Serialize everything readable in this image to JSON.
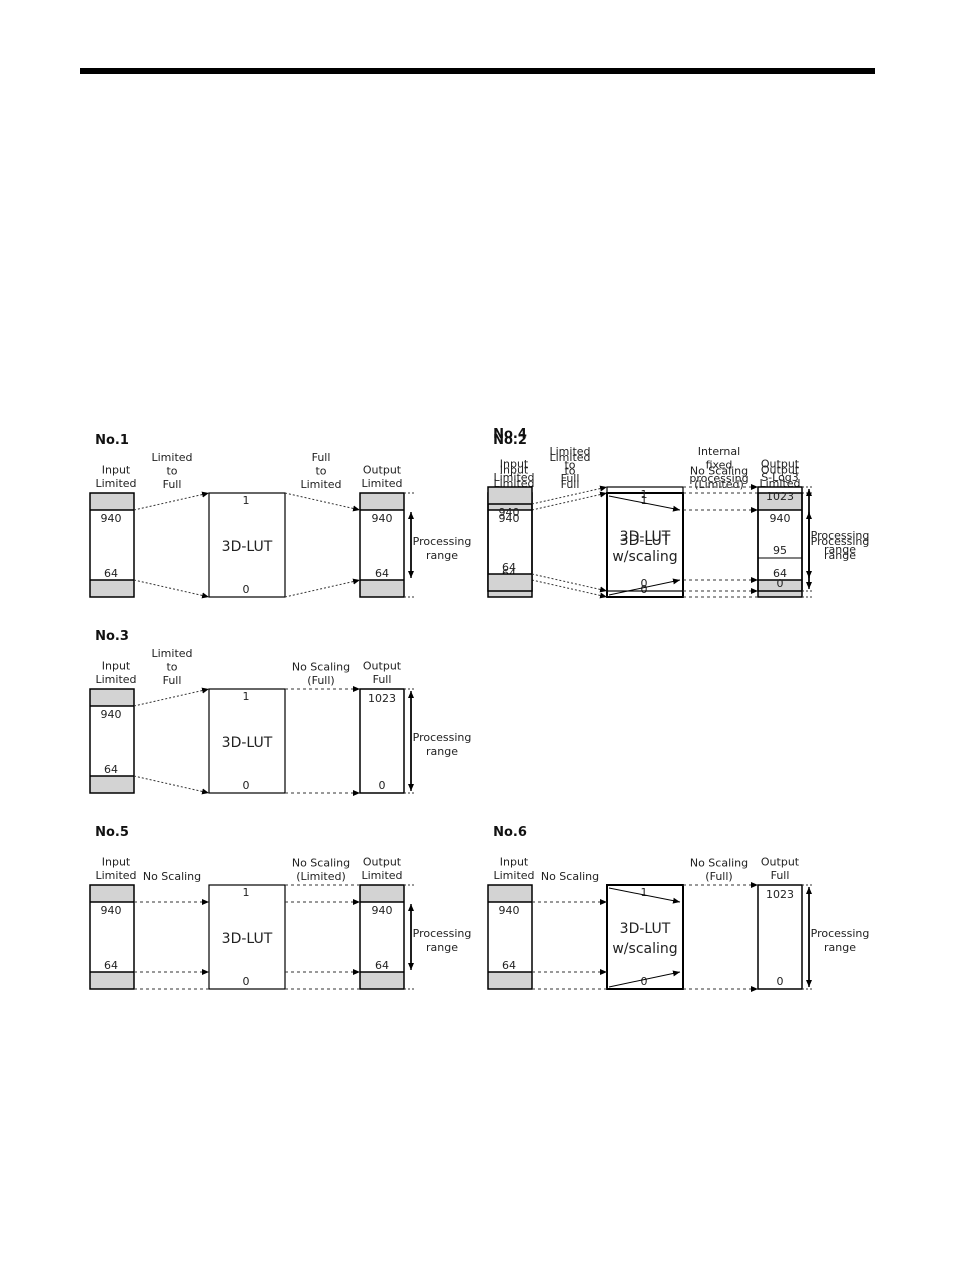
{
  "diagrams": [
    {
      "id": "no1",
      "title": "No.1",
      "layout": "A",
      "input": {
        "label": [
          "Input",
          "Limited"
        ],
        "type": "limited",
        "top_value": "940",
        "bottom_value": "64"
      },
      "conv_left": {
        "label": [
          "Limited",
          "to",
          "Full"
        ]
      },
      "lut": {
        "label": [
          "3D-LUT"
        ],
        "top": "1",
        "bottom": "0",
        "scaling": false
      },
      "conv_right": {
        "label": [
          "Full",
          "to",
          "Limited"
        ]
      },
      "output": {
        "label": [
          "Output",
          "Limited"
        ],
        "type": "limited",
        "top_value": "940",
        "bottom_value": "64"
      },
      "range": {
        "label": [
          "Processing",
          "range"
        ]
      }
    },
    {
      "id": "no2",
      "title": "No.2",
      "layout": "A",
      "input": {
        "label": [
          "Input",
          "Limited"
        ],
        "type": "limited",
        "top_value": "940",
        "bottom_value": "64"
      },
      "conv_left": {
        "label": [
          "Limited",
          "to",
          "Full"
        ]
      },
      "lut": {
        "label": [
          "3D-LUT",
          "w/scaling"
        ],
        "top": "1",
        "bottom": "0",
        "scaling": true
      },
      "conv_right": {
        "label": [
          "No Scaling",
          "(Limited)"
        ]
      },
      "output": {
        "label": [
          "Output",
          "Limited"
        ],
        "type": "limited",
        "top_value": "940",
        "bottom_value": "64"
      },
      "range": {
        "label": [
          "Processing",
          "range"
        ]
      }
    },
    {
      "id": "no3",
      "title": "No.3",
      "layout": "A",
      "input": {
        "label": [
          "Input",
          "Limited"
        ],
        "type": "limited",
        "top_value": "940",
        "bottom_value": "64"
      },
      "conv_left": {
        "label": [
          "Limited",
          "to",
          "Full"
        ]
      },
      "lut": {
        "label": [
          "3D-LUT"
        ],
        "top": "1",
        "bottom": "0",
        "scaling": false
      },
      "conv_right": {
        "label": [
          "No Scaling",
          "(Full)"
        ]
      },
      "output": {
        "label": [
          "Output",
          "Full"
        ],
        "type": "full",
        "top_value": "1023",
        "bottom_value": "0"
      },
      "range": {
        "label": [
          "Processing",
          "range"
        ]
      }
    },
    {
      "id": "no4",
      "title": "No.4",
      "layout": "A",
      "input": {
        "label": [
          "Input",
          "Limited"
        ],
        "type": "limited",
        "top_value": "940",
        "bottom_value": "64"
      },
      "conv_left": {
        "label": [
          "Limited",
          "to",
          "Full"
        ]
      },
      "lut": {
        "label": [
          "3D-LUT"
        ],
        "top": "1",
        "bottom": "0",
        "scaling": false
      },
      "conv_right": {
        "label": [
          "Internal",
          "fixed",
          "processing"
        ]
      },
      "output": {
        "label": [
          "Output",
          "S-Log3"
        ],
        "type": "slog3",
        "top_value": "1023",
        "mid_value": "95",
        "bottom_value": "0"
      },
      "range": {
        "label": [
          "Processing",
          "range"
        ]
      }
    },
    {
      "id": "no5",
      "title": "No.5",
      "layout": "B",
      "input": {
        "label": [
          "Input",
          "Limited"
        ],
        "type": "limited",
        "top_value": "940",
        "bottom_value": "64"
      },
      "conv_left": {
        "label": [
          "No Scaling"
        ]
      },
      "lut": {
        "label": [
          "3D-LUT"
        ],
        "top": "1",
        "bottom": "0",
        "scaling": false
      },
      "conv_right": {
        "label": [
          "No Scaling",
          "(Limited)"
        ]
      },
      "output": {
        "label": [
          "Output",
          "Limited"
        ],
        "type": "limited",
        "top_value": "940",
        "bottom_value": "64"
      },
      "range": {
        "label": [
          "Processing",
          "range"
        ]
      }
    },
    {
      "id": "no6",
      "title": "No.6",
      "layout": "B",
      "input": {
        "label": [
          "Input",
          "Limited"
        ],
        "type": "limited",
        "top_value": "940",
        "bottom_value": "64"
      },
      "conv_left": {
        "label": [
          "No Scaling"
        ]
      },
      "lut": {
        "label": [
          "3D-LUT",
          "w/scaling"
        ],
        "top": "1",
        "bottom": "0",
        "scaling": true
      },
      "conv_right": {
        "label": [
          "No Scaling",
          "(Full)"
        ]
      },
      "output": {
        "label": [
          "Output",
          "Full"
        ],
        "type": "full",
        "top_value": "1023",
        "bottom_value": "0"
      },
      "range": {
        "label": [
          "Processing",
          "range"
        ]
      }
    }
  ],
  "colors": {
    "band": "#d3d3d3",
    "line": "#000000",
    "dash": "#333333"
  }
}
